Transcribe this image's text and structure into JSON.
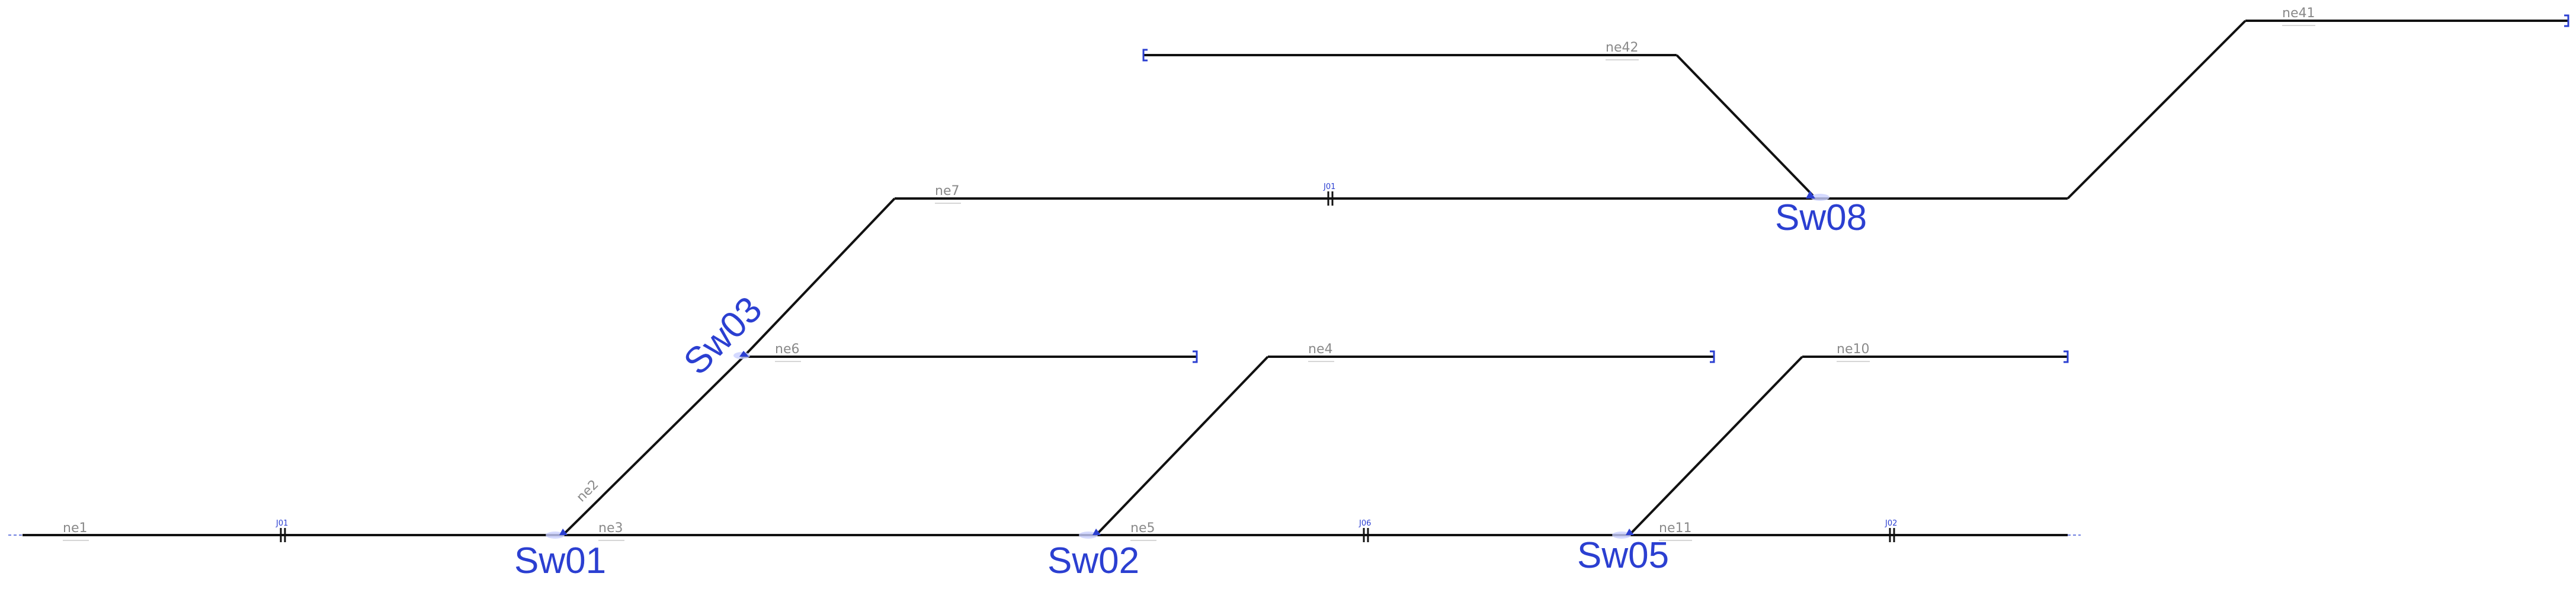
{
  "track_labels": {
    "ne1": "ne1",
    "ne2": "ne2",
    "ne3": "ne3",
    "ne4": "ne4",
    "ne5": "ne5",
    "ne6": "ne6",
    "ne7": "ne7",
    "ne10": "ne10",
    "ne11": "ne11",
    "ne41": "ne41",
    "ne42": "ne42"
  },
  "switch_labels": {
    "sw01": "Sw01",
    "sw02": "Sw02",
    "sw03": "Sw03",
    "sw05": "Sw05",
    "sw08": "Sw08"
  },
  "joint_labels": {
    "j01a": "J01",
    "j01b": "J01",
    "j06": "J06",
    "j02": "J02"
  },
  "colors": {
    "track": "#111111",
    "switch_label": "#2b3fd1",
    "segment_label": "#8a8a8a"
  }
}
